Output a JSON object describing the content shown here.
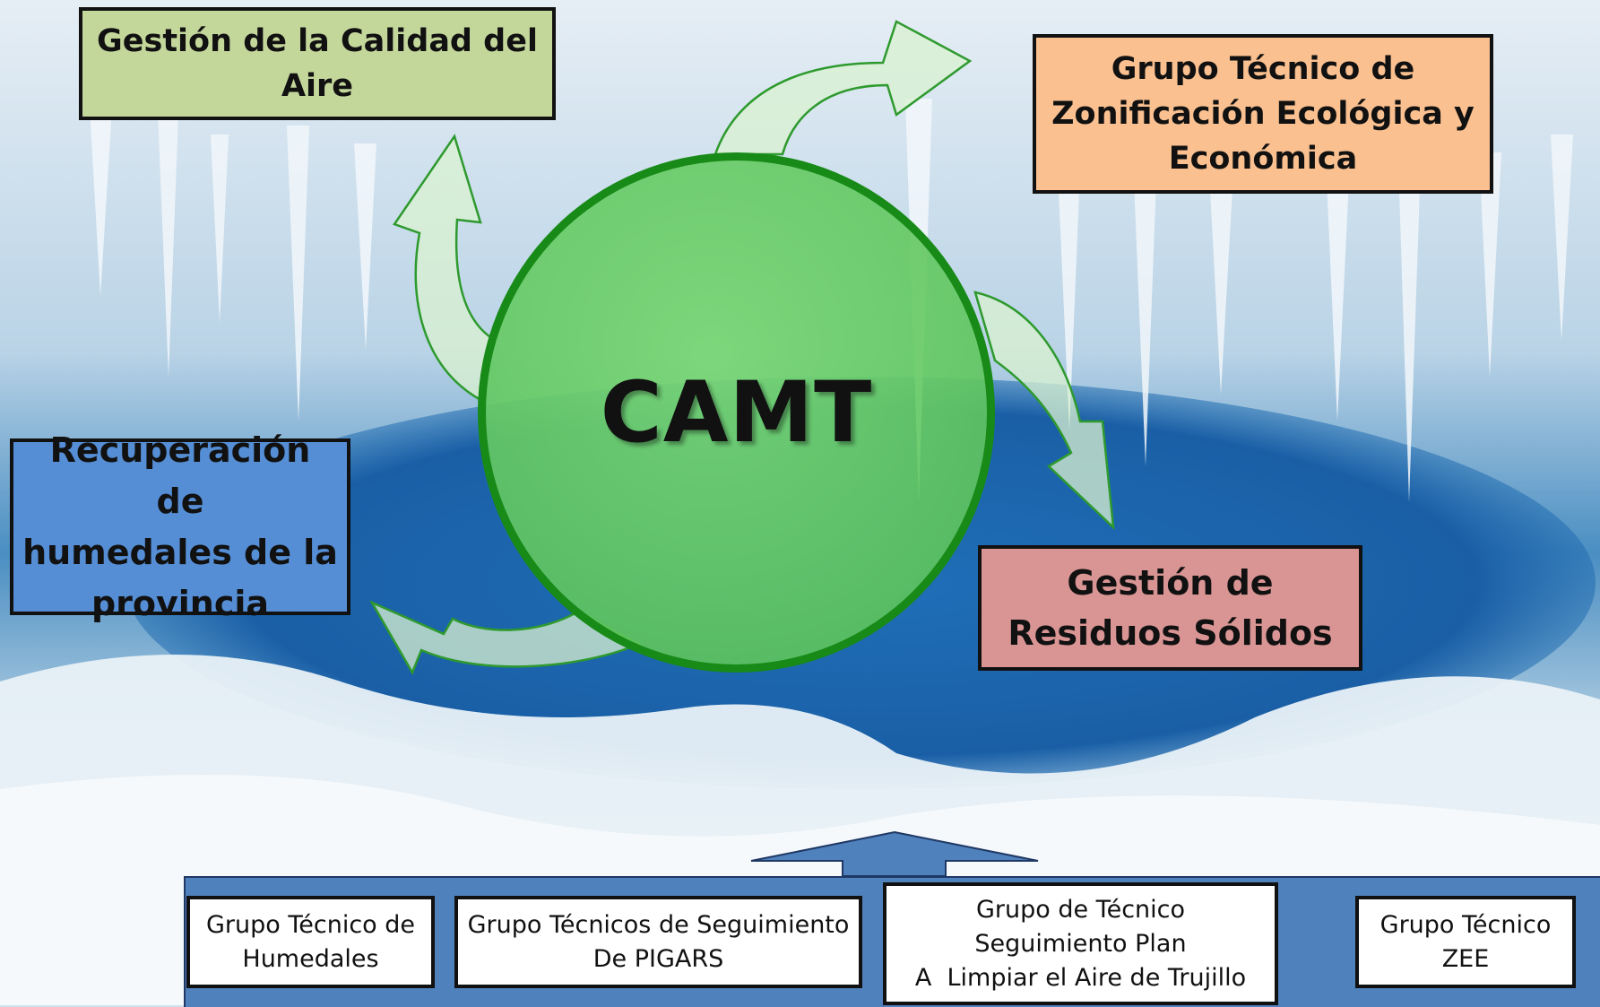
{
  "diagram": {
    "center": {
      "label": "CAMT"
    },
    "nodes": [
      {
        "id": "air",
        "lines": [
          "Gestión de la Calidad del",
          "Aire"
        ],
        "color": "#c4d79b"
      },
      {
        "id": "zee",
        "lines": [
          "Grupo Técnico de",
          "Zonificación Ecológica y",
          "Económica"
        ],
        "color": "#fac090"
      },
      {
        "id": "wetlands",
        "lines": [
          "Recuperación de",
          "humedales de la",
          "provincia"
        ],
        "color": "#558ed5"
      },
      {
        "id": "waste",
        "lines": [
          "Gestión de",
          "Residuos Sólidos"
        ],
        "color": "#d99594"
      }
    ],
    "technical_groups": [
      {
        "lines": [
          "Grupo Técnico de",
          "Humedales"
        ]
      },
      {
        "lines": [
          "Grupo Técnicos de Seguimiento",
          "De PIGARS"
        ]
      },
      {
        "lines": [
          "Grupo de Técnico",
          "Seguimiento Plan",
          "A  Limpiar el Aire de Trujillo"
        ]
      },
      {
        "lines": [
          "Grupo Técnico",
          "ZEE"
        ]
      }
    ],
    "colors": {
      "circle_fill": "#6fcf6a",
      "circle_border": "#178a17",
      "arrow_fill": "#d9f2d0",
      "arrow_stroke": "#2e9a2e",
      "panel": "#4f81bd"
    }
  }
}
